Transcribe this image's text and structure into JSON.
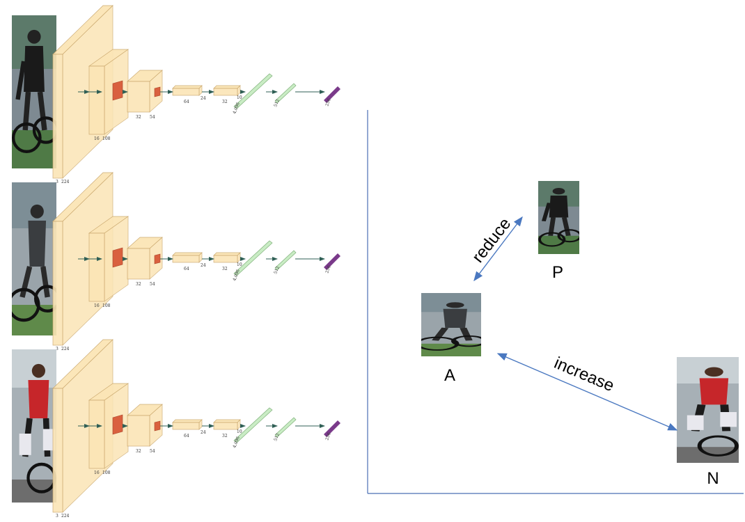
{
  "networks": [
    {
      "name": "top",
      "dims": {
        "input_channels": "3",
        "input_size": "224",
        "block1_channels": "16",
        "block1_size": "108",
        "block2_channels": "32",
        "block2_size": "54",
        "fc1_dim1": "64",
        "fc1_dim2": "24",
        "fc2_dim1": "32",
        "fc2_dim2": "10",
        "fc3": "4,096",
        "fc4": "512",
        "embedding": "256"
      }
    },
    {
      "name": "middle",
      "dims": {
        "input_channels": "3",
        "input_size": "224",
        "block1_channels": "16",
        "block1_size": "108",
        "block2_channels": "32",
        "block2_size": "54",
        "fc1_dim1": "64",
        "fc1_dim2": "24",
        "fc2_dim1": "32",
        "fc2_dim2": "10",
        "fc3": "4,096",
        "fc4": "512",
        "embedding": "256"
      }
    },
    {
      "name": "bottom",
      "dims": {
        "input_channels": "3",
        "input_size": "224",
        "block1_channels": "16",
        "block1_size": "108",
        "block2_channels": "32",
        "block2_size": "54",
        "fc1_dim1": "64",
        "fc1_dim2": "24",
        "fc2_dim1": "32",
        "fc2_dim2": "10",
        "fc3": "4,096",
        "fc4": "512",
        "embedding": "256"
      }
    }
  ],
  "embedding_space": {
    "anchor_label": "A",
    "positive_label": "P",
    "negative_label": "N",
    "reduce_label": "reduce",
    "increase_label": "increase"
  },
  "colors": {
    "conv_fill": "#fbe5b6",
    "conv_stroke": "#c9a66b",
    "pool_fill": "#d9603f",
    "fc_fill": "#c9ecc4",
    "fc_stroke": "#7fb07a",
    "embedding_fill": "#7a3a8a",
    "axis": "#4a6fb5",
    "arrow": "#4a78c0",
    "connector": "#2f5f55"
  }
}
